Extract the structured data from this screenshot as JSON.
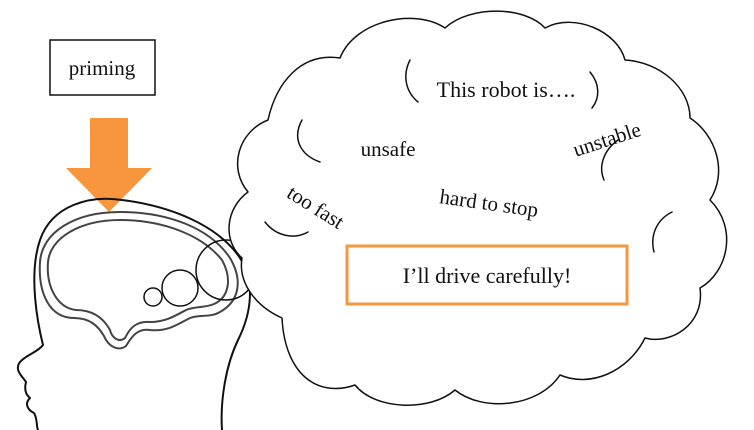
{
  "priming_label": "priming",
  "thought_title": "This robot is….",
  "thoughts": {
    "unsafe": "unsafe",
    "unstable": "unstable",
    "too_fast": "too fast",
    "hard_to_stop": "hard to stop"
  },
  "conclusion": "I’ll drive carefully!",
  "colors": {
    "accent": "#F7963C",
    "line": "#444444",
    "outline": "#111111"
  }
}
